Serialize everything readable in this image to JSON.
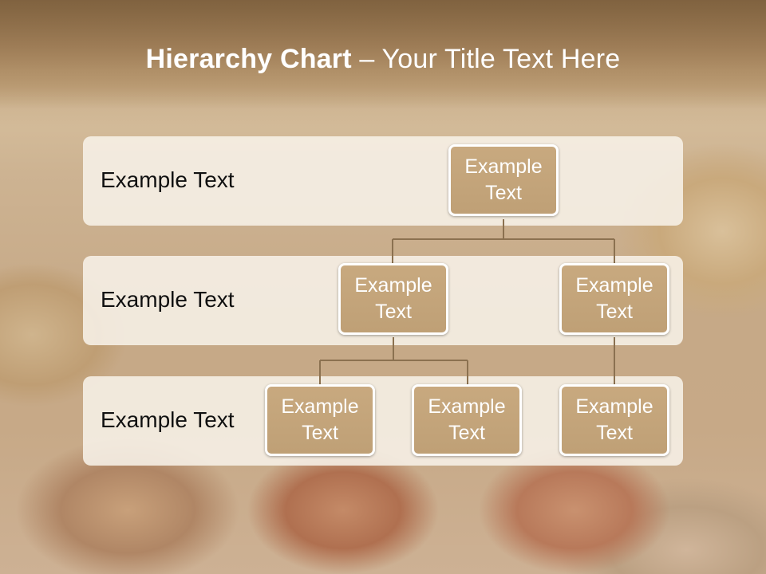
{
  "title": {
    "bold": "Hierarchy Chart",
    "rest": " – Your Title Text Here"
  },
  "levels": [
    {
      "label": "Example Text"
    },
    {
      "label": "Example Text"
    },
    {
      "label": "Example Text"
    }
  ],
  "nodes": {
    "root": "Example Text",
    "left": "Example Text",
    "right": "Example Text",
    "left_child_1": "Example Text",
    "left_child_2": "Example Text",
    "right_child": "Example Text"
  },
  "colors": {
    "node_fill": "#c4a57b",
    "connector": "#8b7150",
    "band": "#f7f1e8"
  }
}
